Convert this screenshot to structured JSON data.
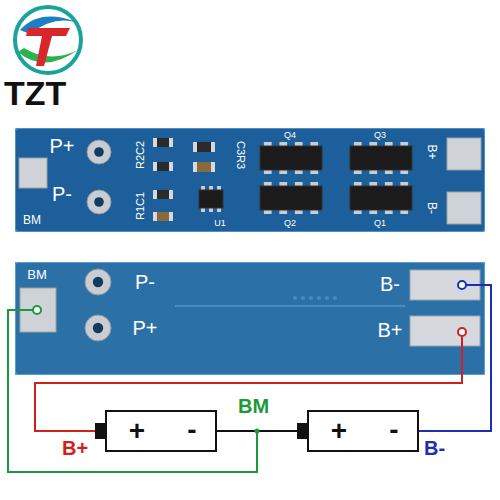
{
  "diagram": {
    "nodes": [
      {
        "text": [
          "P+",
          "R2C2",
          "C3R3",
          "Q4",
          "Q3",
          "B+",
          "P-",
          "R1C1",
          "BM",
          "U1",
          "Q2",
          "Q1",
          "B-"
        ]
      },
      {
        "text": [
          "BM",
          "P-",
          "P+",
          "B-",
          "B+"
        ]
      },
      {
        "text": [
          "+",
          "-"
        ]
      },
      {
        "text": [
          "+",
          "-"
        ]
      }
    ],
    "edges": [
      {
        "from": 1,
        "to": 2,
        "arrow": "none",
        "label": "B+"
      },
      {
        "from": 1,
        "to": 2,
        "arrow": "none",
        "label": "BM"
      },
      {
        "from": 1,
        "to": 3,
        "arrow": "none",
        "label": "B-"
      },
      {
        "from": 2,
        "to": 3,
        "arrow": "none"
      }
    ],
    "labels": [
      "TZT"
    ]
  }
}
